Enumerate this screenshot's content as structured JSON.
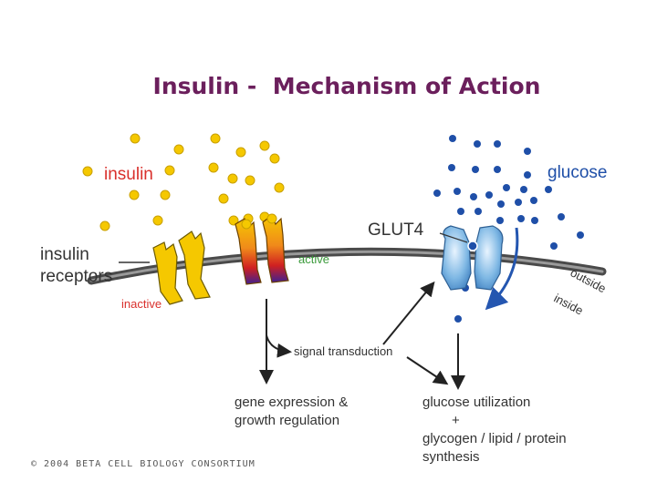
{
  "title": "Insulin -  Mechanism of Action",
  "labels": {
    "insulin": "insulin",
    "glucose": "glucose",
    "glut4": "GLUT4",
    "receptors_line1": "insulin",
    "receptors_line2": "receptors",
    "active": "active",
    "inactive": "inactive",
    "outside": "outside",
    "inside": "inside",
    "signal_transduction": "signal transduction",
    "gene_line1": "gene expression &",
    "gene_line2": "growth regulation",
    "glucose_utilization": "glucose utilization",
    "plus": "+",
    "synth_line1": "glycogen / lipid / protein",
    "synth_line2": "synthesis"
  },
  "copyright": "© 2004 BETA CELL BIOLOGY CONSORTIUM",
  "colors": {
    "title": "#6b1f5c",
    "insulin": "#f5c800",
    "insulin_label": "#d9302c",
    "glucose_dot": "#1f4fa8",
    "membrane": "#555555",
    "glut4": "#6aaad8",
    "active_label": "#3a9a3a"
  }
}
